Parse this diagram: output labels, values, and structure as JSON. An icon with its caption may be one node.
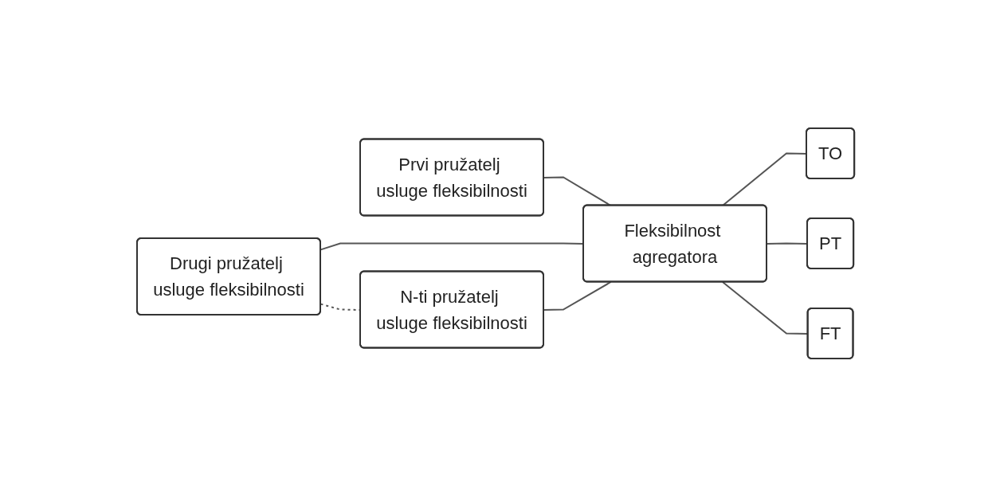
{
  "diagram": {
    "nodes": [
      {
        "text": [
          "Prvi pružatelj usluge fleksibilnosti"
        ]
      },
      {
        "text": [
          "Drugi pružatelj usluge fleksibilnosti"
        ]
      },
      {
        "text": [
          "N-ti pružatelj usluge fleksibilnosti"
        ]
      },
      {
        "text": [
          "Fleksibilnost agregatora"
        ]
      },
      {
        "text": [
          "TO"
        ]
      },
      {
        "text": [
          "PT"
        ]
      },
      {
        "text": [
          "FT"
        ]
      }
    ],
    "edges": [
      {
        "from": 0,
        "to": 3,
        "arrow": "none"
      },
      {
        "from": 1,
        "to": 3,
        "arrow": "none"
      },
      {
        "from": 2,
        "to": 3,
        "arrow": "none"
      },
      {
        "from": 3,
        "to": 4,
        "arrow": "none"
      },
      {
        "from": 3,
        "to": 5,
        "arrow": "none"
      },
      {
        "from": 3,
        "to": 6,
        "arrow": "none"
      },
      {
        "from": 1,
        "to": 2,
        "arrow": "none",
        "style": "dashed"
      }
    ]
  }
}
